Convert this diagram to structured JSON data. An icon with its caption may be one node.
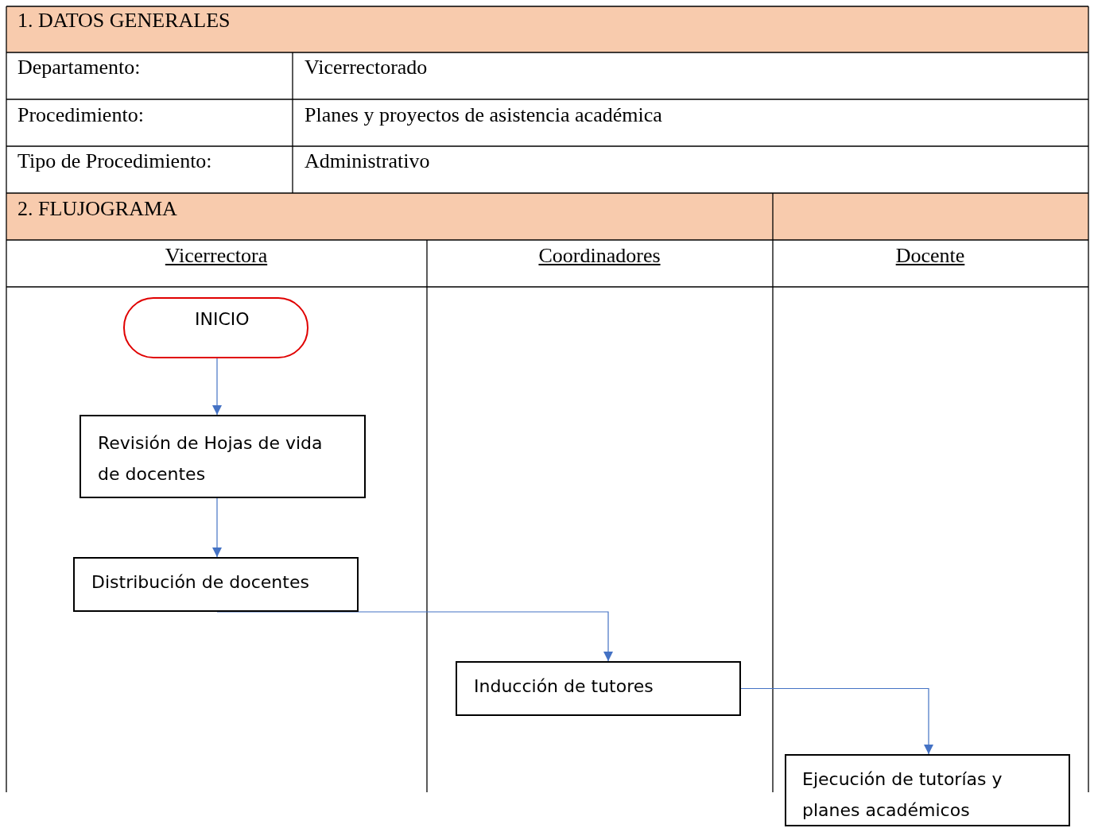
{
  "diagram": {
    "nodes": [
      {
        "text": [
          "INICIO"
        ]
      },
      {
        "text": [
          "Revisión de Hojas de vida de docentes"
        ]
      },
      {
        "text": [
          "Distribución de docentes"
        ]
      },
      {
        "text": [
          "Inducción de tutores"
        ]
      },
      {
        "text": [
          "Ejecución de tutorías y planes académicos"
        ]
      }
    ],
    "edges": [
      {
        "from": 0,
        "to": 1,
        "arrow": "to"
      },
      {
        "from": 1,
        "to": 2,
        "arrow": "to"
      },
      {
        "from": 2,
        "to": 3,
        "arrow": "to"
      },
      {
        "from": 3,
        "to": 4,
        "arrow": "to"
      }
    ],
    "labels": [
      "1. DATOS GENERALES",
      "Departamento:",
      "Vicerrectorado",
      "Procedimiento:",
      "Planes y proyectos de asistencia académica",
      "Tipo de Procedimiento:",
      "Administrativo",
      "2. FLUJOGRAMA",
      "Vicerrectora",
      "Coordinadores",
      "Docente"
    ]
  }
}
